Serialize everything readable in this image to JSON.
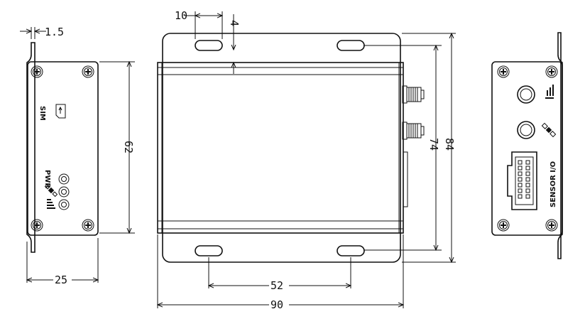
{
  "dimensions": {
    "thickness": "1.5",
    "hole_width": "10",
    "edge_offset": "4",
    "side_height": "62",
    "side_width": "25",
    "hole_spacing": "52",
    "total_width": "90",
    "total_height": "84",
    "body_height": "74"
  },
  "labels": {
    "sim": "SIM",
    "pwr": "PWR",
    "sensor_io": "SENSOR I/O"
  },
  "icons": {
    "signal": "signal-bars-icon",
    "satellite": "satellite-icon",
    "sim_card": "sim-card-icon",
    "screw": "phillips-screw-icon",
    "connector": "sma-connector-icon"
  }
}
